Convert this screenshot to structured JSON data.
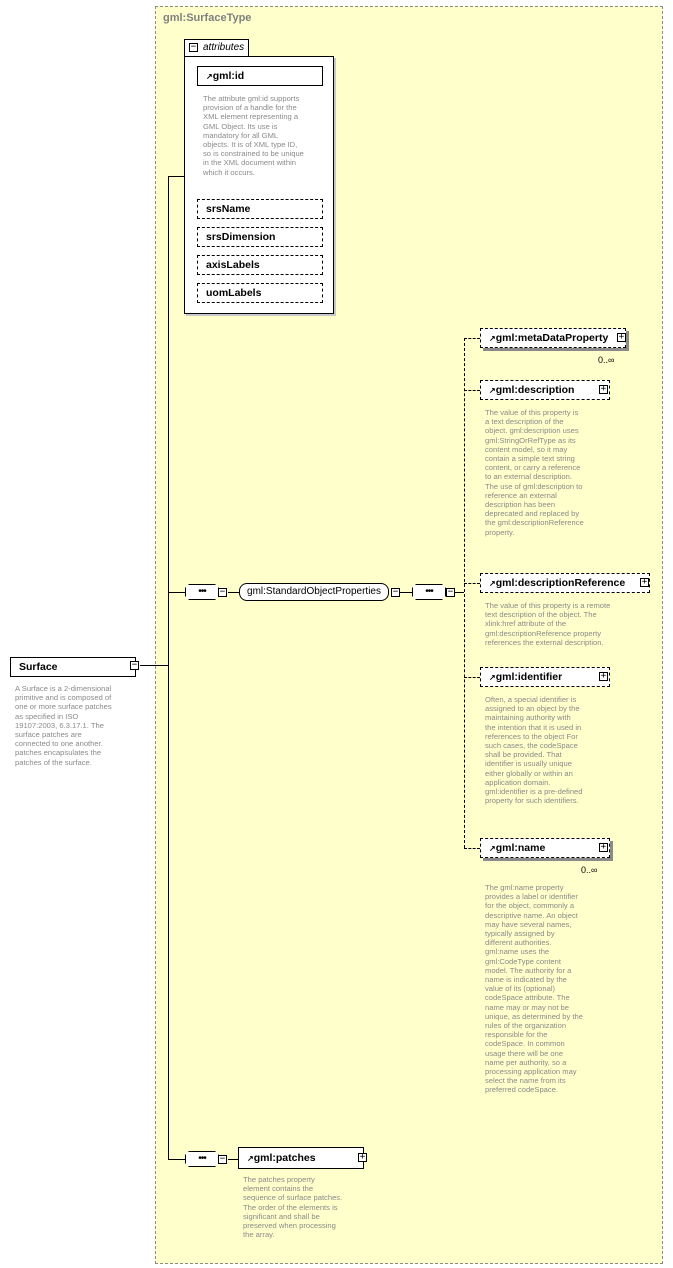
{
  "type_title": "gml:SurfaceType",
  "root": {
    "label": "Surface",
    "description": "A Surface is a 2-dimensional\nprimitive and is composed of\none or more surface patches\nas specified in ISO\n19107:2003, 6.3.17.1. The\nsurface patches are\nconnected to one another.\npatches encapsulates the\npatches of the surface."
  },
  "attributes": {
    "tab_label": "attributes",
    "id_label": "gml:id",
    "id_description": "The attribute gml:id supports\nprovision of a handle for the\nXML element representing a\nGML Object. Its use is\nmandatory for all GML\nobjects. It is of XML type ID,\nso is constrained to be unique\nin the XML document within\nwhich it occurs.",
    "items": [
      "srsName",
      "srsDimension",
      "axisLabels",
      "uomLabels"
    ]
  },
  "group_ref": "gml:StandardObjectProperties",
  "elements": {
    "metadata": {
      "label": "gml:metaDataProperty",
      "occurrence": "0..∞"
    },
    "description": {
      "label": "gml:description",
      "text": "The value of this property is\na text description of the\nobject. gml:description uses\ngml:StringOrRefType as its\ncontent model, so it may\ncontain a simple text string\ncontent, or carry a reference\nto an external description.\nThe use of gml:description to\nreference an external\ndescription has been\ndeprecated and replaced by\nthe gml:descriptionReference\nproperty."
    },
    "description_reference": {
      "label": "gml:descriptionReference",
      "text": "The value of this property is a remote\ntext description of the object. The\nxlink:href attribute of the\ngml:descriptionReference property\nreferences the external description."
    },
    "identifier": {
      "label": "gml:identifier",
      "text": "Often, a special identifier is\nassigned to an object by the\nmaintaining authority with\nthe intention that it is used in\nreferences to the object For\nsuch cases, the codeSpace\nshall be provided. That\nidentifier is usually unique\neither globally or within an\napplication domain.\ngml:identifier is a pre-defined\nproperty for such identifiers."
    },
    "name": {
      "label": "gml:name",
      "occurrence": "0..∞",
      "text": "The gml:name property\nprovides a label or identifier\nfor the object, commonly a\ndescriptive name. An object\nmay have several names,\ntypically assigned by\ndifferent authorities.\ngml:name uses the\ngml:CodeType content\nmodel.  The authority for a\nname is indicated by the\nvalue of its (optional)\ncodeSpace attribute.  The\nname may or may not be\nunique, as determined by the\nrules of the organization\nresponsible for the\ncodeSpace.  In common\nusage there will be one\nname per authority, so a\nprocessing application may\nselect the name from its\npreferred codeSpace."
    },
    "patches": {
      "label": "gml:patches",
      "text": "The patches property\nelement contains the\nsequence of surface patches.\nThe order of the elements is\nsignificant and shall be\npreserved when processing\nthe array."
    }
  }
}
